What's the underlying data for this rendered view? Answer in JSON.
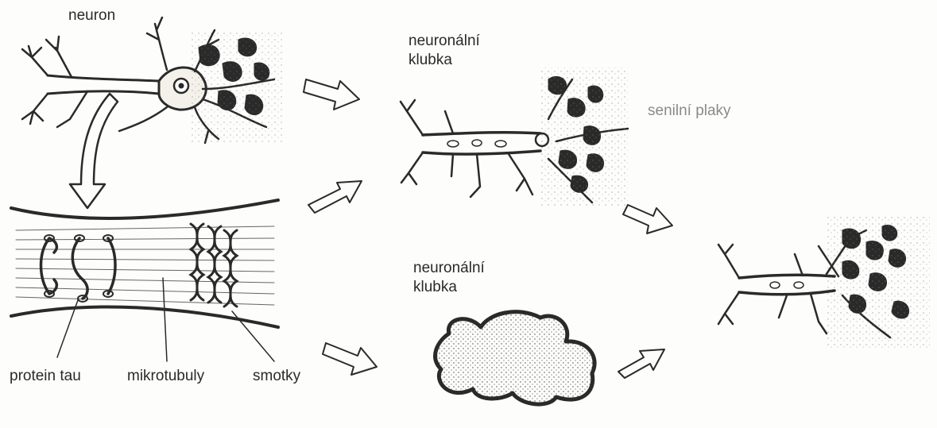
{
  "labels": {
    "neuron": "neuron",
    "klubka_top": "neuronální klubka",
    "senilni_plaky": "senilní plaky",
    "klubka_bottom": "neuronální klubka",
    "protein_tau": "protein tau",
    "mikrotubuly": "mikrotubuly",
    "smotky": "smotky"
  },
  "colors": {
    "ink": "#2a2a2a",
    "paper": "#fdfdfb",
    "label_grey": "#8a8a8a"
  }
}
